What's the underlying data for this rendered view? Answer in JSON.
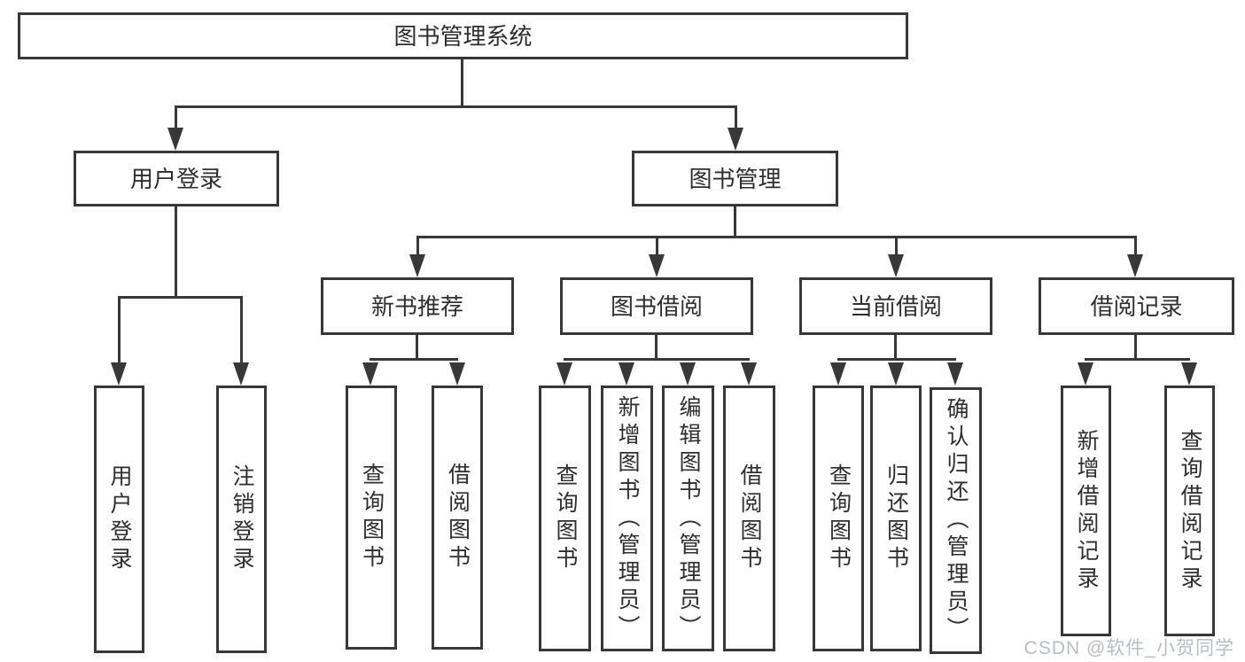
{
  "nodes": {
    "root": "图书管理系统",
    "login": "用户登录",
    "mgmt": "图书管理",
    "login_children": [
      "用户登录",
      "注销登录"
    ],
    "sections": [
      "新书推荐",
      "图书借阅",
      "当前借阅",
      "借阅记录"
    ],
    "recommend_children": [
      "查询图书",
      "借阅图书"
    ],
    "borrow_children": [
      "查询图书",
      "新增图书（管理员）",
      "编辑图书（管理员）",
      "借阅图书"
    ],
    "current_children": [
      "查询图书",
      "归还图书",
      "确认归还（管理员）"
    ],
    "record_children": [
      "新增借阅记录",
      "查询借阅记录"
    ]
  },
  "watermark": "CSDN @软件_小贺同学",
  "colors": {
    "line": "#383838",
    "text": "#2e2e2e",
    "watermark": "#b9bdc2",
    "background": "#ffffff"
  }
}
